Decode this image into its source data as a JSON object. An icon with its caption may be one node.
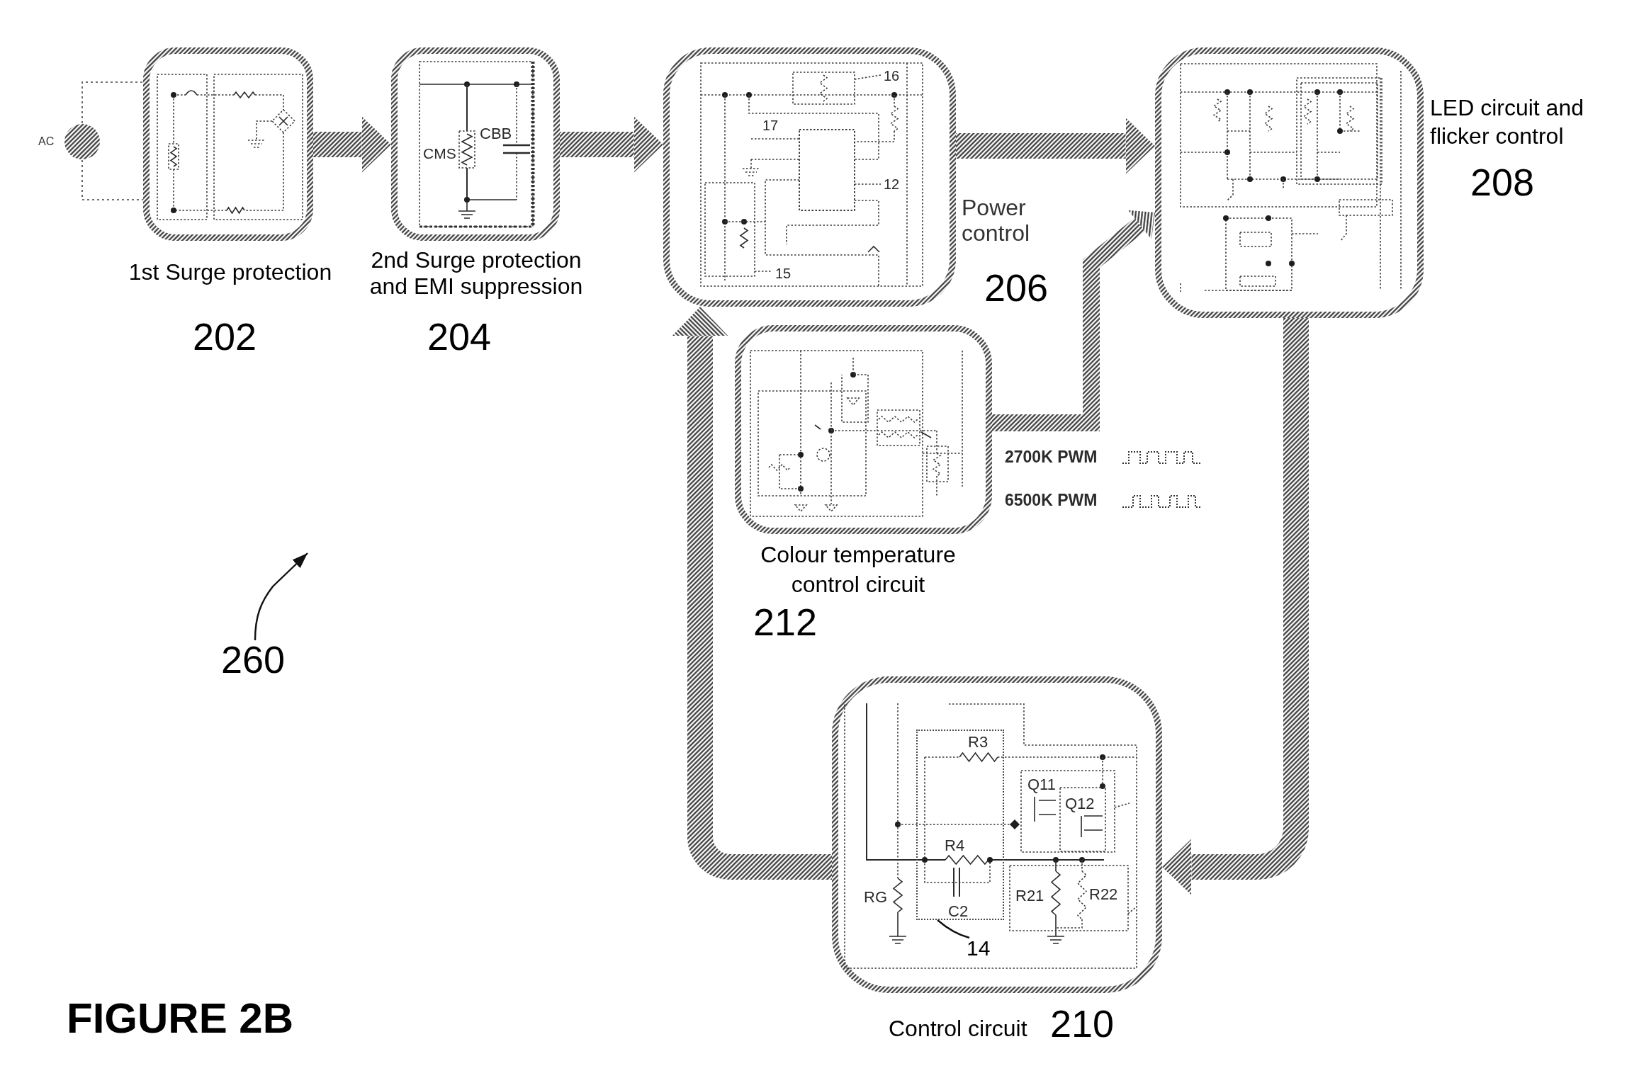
{
  "diagram": {
    "caption": "FIGURE 2B",
    "nodes": [
      {
        "text": [
          "AC"
        ]
      },
      {
        "text": [
          "1st Surge protection"
        ],
        "beside": [
          "202"
        ]
      },
      {
        "text": [
          "2nd Surge protection and EMI suppression"
        ],
        "beside": [
          "204"
        ]
      },
      {
        "text": [
          "Power control"
        ],
        "beside": [
          "206"
        ]
      },
      {
        "text": [
          "LED circuit and flicker control"
        ],
        "beside": [
          "208"
        ]
      },
      {
        "text": [
          "Colour temperature control circuit"
        ],
        "beside": [
          "212"
        ]
      },
      {
        "text": [
          "Control circuit"
        ],
        "beside": [
          "210"
        ]
      },
      {
        "text": [
          "260"
        ]
      },
      {
        "text": [],
        "shape": "box",
        "in": 6
      },
      {
        "text": [
          "14"
        ],
        "in": 6
      }
    ],
    "edges": [
      {
        "from": 0,
        "to": 1,
        "arrow": "none",
        "style": "dashed"
      },
      {
        "from": 0,
        "to": 1,
        "arrow": "none",
        "style": "dashed"
      },
      {
        "from": 1,
        "to": 2,
        "arrow": "to",
        "style": "thick"
      },
      {
        "from": 2,
        "to": 3,
        "arrow": "to",
        "style": "thick"
      },
      {
        "from": 3,
        "to": 4,
        "arrow": "to",
        "style": "thick"
      },
      {
        "from": 5,
        "to": 4,
        "arrow": "to",
        "style": "thick"
      },
      {
        "from": 4,
        "to": 6,
        "arrow": "to",
        "style": "thick"
      },
      {
        "from": 6,
        "to": 3,
        "arrow": "to",
        "style": "thick"
      },
      {
        "from": 7,
        "to": null,
        "arrow": "to"
      },
      {
        "from": 9,
        "to": 8,
        "arrow": "none"
      }
    ],
    "labels": [
      "CBB",
      "CMS",
      "16",
      "17",
      "12",
      "15",
      "2700K PWM",
      "6500K PWM",
      "R3",
      "Q11",
      "Q12",
      "R4",
      "RG",
      "R21",
      "R22",
      "C2"
    ]
  }
}
